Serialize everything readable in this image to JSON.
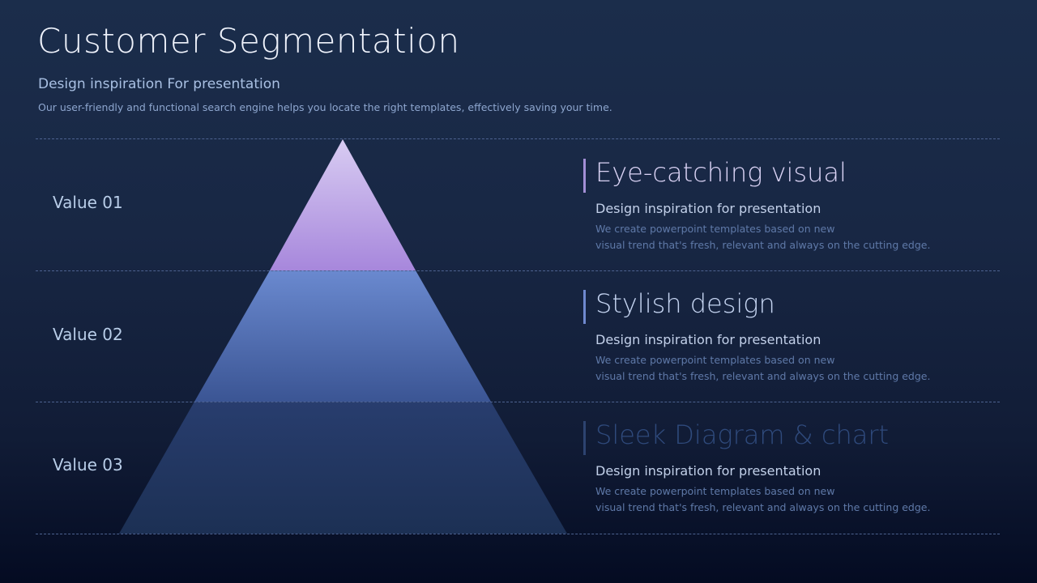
{
  "header": {
    "title": "Customer Segmentation",
    "subtitle": "Design inspiration For presentation",
    "description": "Our user-friendly and functional search engine helps you locate the right templates, effectively saving your time."
  },
  "values": [
    {
      "label": "Value 01"
    },
    {
      "label": "Value 02"
    },
    {
      "label": "Value 03"
    }
  ],
  "items": [
    {
      "title": "Eye-catching visual",
      "subtitle": "Design inspiration for presentation",
      "body_line1": "We create powerpoint templates based on new",
      "body_line2": "visual trend that's fresh, relevant and always on the cutting edge.",
      "accent": "#a38fd6",
      "title_color": "#d9d2f4"
    },
    {
      "title": "Stylish design",
      "subtitle": "Design inspiration for presentation",
      "body_line1": "We create powerpoint templates based on new",
      "body_line2": "visual trend that's fresh, relevant and always on the cutting edge.",
      "accent": "#6f89cf",
      "title_color": "#c5d4f1"
    },
    {
      "title": "Sleek Diagram & chart",
      "subtitle": "Design inspiration for presentation",
      "body_line1": "We create powerpoint templates based on new",
      "body_line2": "visual trend that's fresh, relevant and always on the cutting edge.",
      "accent": "#2d4370",
      "title_color": "#2f4a7c"
    }
  ],
  "colors": {
    "tier1_top": "#d8ccf2",
    "tier1_bottom": "#a787dc",
    "tier2_top": "#6a89cf",
    "tier2_bottom": "#3b5594",
    "tier3_top": "#283d6e",
    "tier3_bottom": "#1c3054"
  }
}
